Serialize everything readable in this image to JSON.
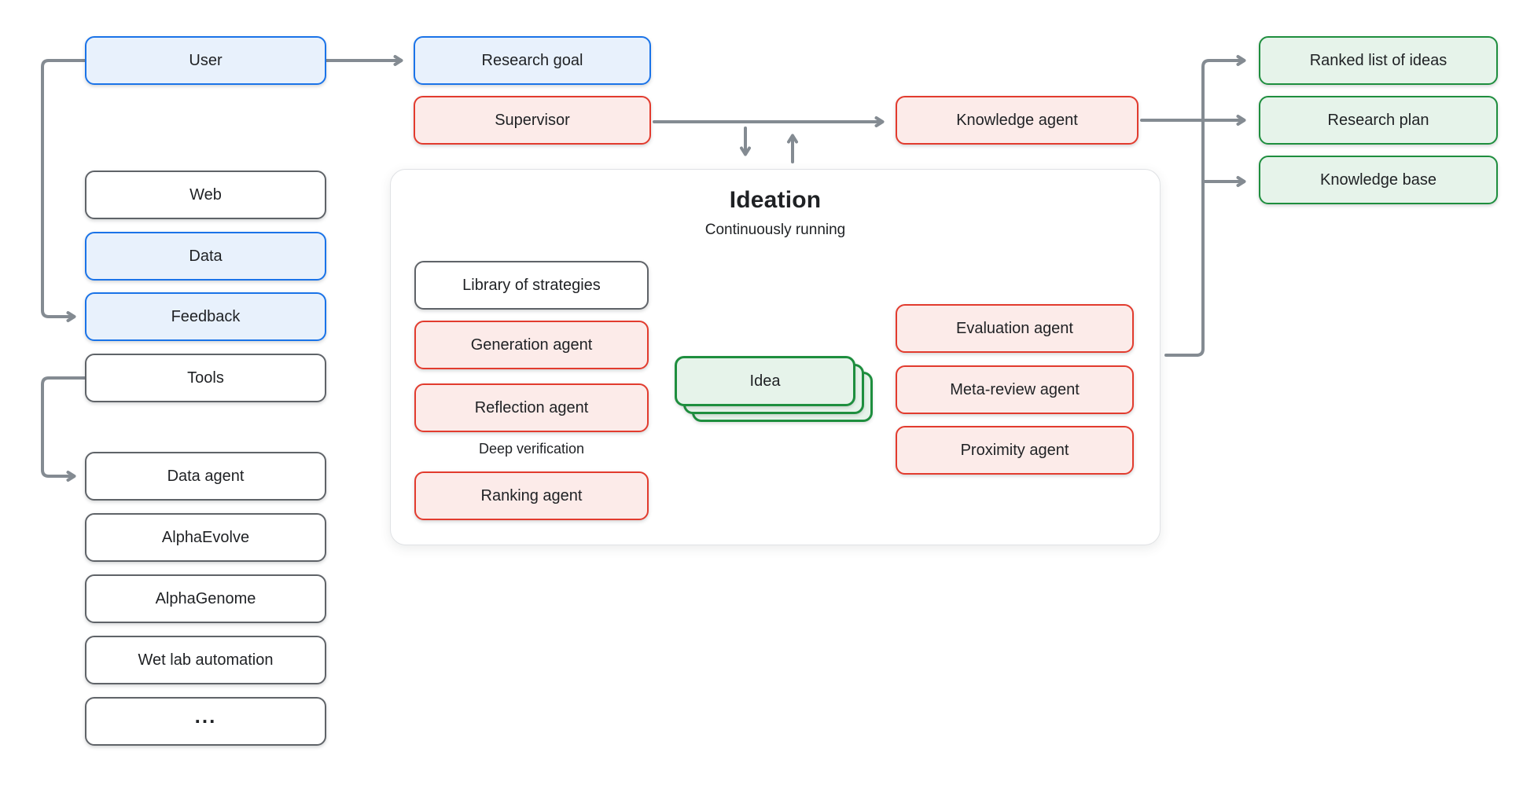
{
  "colors": {
    "blue_border": "#1a73e8",
    "blue_fill": "#e8f1fc",
    "red_border": "#e23b2e",
    "red_fill": "#fcebe9",
    "green_border": "#1e8e3e",
    "green_fill": "#e6f3ea",
    "gray_border": "#5f6368",
    "neutral_fill": "#ffffff",
    "container_border": "#e0e2e5",
    "arrow": "#848b92",
    "text": "#1f2124"
  },
  "left": {
    "user": {
      "label": "User"
    },
    "inputs": [
      {
        "label": "Web",
        "style": "neutral"
      },
      {
        "label": "Data",
        "style": "blue"
      },
      {
        "label": "Feedback",
        "style": "blue"
      },
      {
        "label": "Tools",
        "style": "neutral"
      }
    ],
    "tools": [
      {
        "label": "Data agent"
      },
      {
        "label": "AlphaEvolve"
      },
      {
        "label": "AlphaGenome"
      },
      {
        "label": "Wet lab automation"
      },
      {
        "label": "..."
      }
    ]
  },
  "flow": {
    "research_goal": {
      "label": "Research goal"
    },
    "supervisor": {
      "label": "Supervisor"
    },
    "knowledge_agent": {
      "label": "Knowledge agent"
    }
  },
  "outputs": [
    {
      "label": "Ranked list of ideas"
    },
    {
      "label": "Research plan"
    },
    {
      "label": "Knowledge base"
    }
  ],
  "ideation": {
    "title": "Ideation",
    "subtitle": "Continuously running",
    "library": {
      "label": "Library of strategies"
    },
    "generation": {
      "label": "Generation agent"
    },
    "reflection": {
      "label": "Reflection agent"
    },
    "deep_verification_label": "Deep verification",
    "ranking": {
      "label": "Ranking agent"
    },
    "idea": {
      "label": "Idea"
    },
    "evaluation": {
      "label": "Evaluation agent"
    },
    "meta_review": {
      "label": "Meta-review agent"
    },
    "proximity": {
      "label": "Proximity agent"
    }
  }
}
